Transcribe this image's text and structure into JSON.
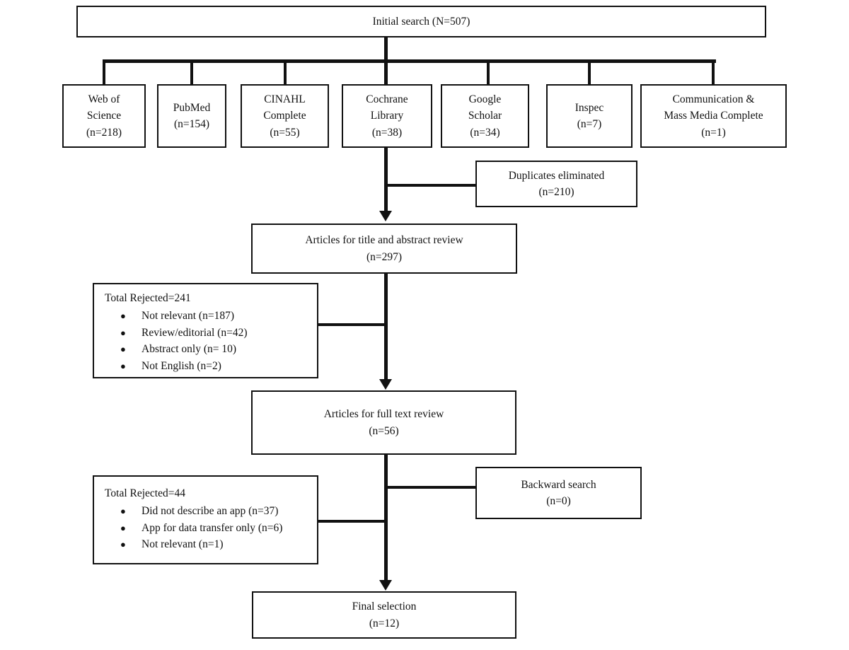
{
  "flow": {
    "initial_search": "Initial search (N=507)",
    "databases": [
      {
        "label": "Web of\nScience\n(n=218)"
      },
      {
        "label": "PubMed\n(n=154)"
      },
      {
        "label": "CINAHL\nComplete\n(n=55)"
      },
      {
        "label": "Cochrane\nLibrary\n(n=38)"
      },
      {
        "label": "Google\nScholar\n(n=34)"
      },
      {
        "label": "Inspec\n(n=7)"
      },
      {
        "label": "Communication &\nMass Media Complete\n(n=1)"
      }
    ],
    "duplicates": "Duplicates eliminated\n(n=210)",
    "title_abstract_review": "Articles for title and abstract review\n(n=297)",
    "rejected_title_abstract": {
      "heading": "Total Rejected=241",
      "reasons": [
        "Not relevant (n=187)",
        "Review/editorial (n=42)",
        "Abstract only (n= 10)",
        "Not English (n=2)"
      ]
    },
    "full_text_review": "Articles for full text review\n(n=56)",
    "backward_search": "Backward search\n(n=0)",
    "rejected_full_text": {
      "heading": "Total Rejected=44",
      "reasons": [
        "Did not describe an app (n=37)",
        "App for data transfer only (n=6)",
        "Not relevant (n=1)"
      ]
    },
    "final_selection": "Final selection\n(n=12)",
    "colors": {
      "line": "#111111",
      "background": "#ffffff",
      "text": "#111111"
    }
  }
}
